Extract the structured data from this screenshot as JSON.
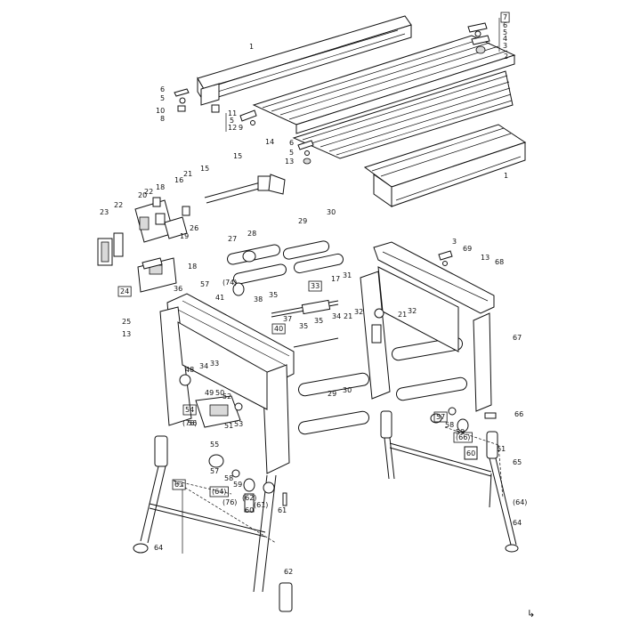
{
  "corner_mark": "↳",
  "callouts": [
    {
      "text": "1"
    },
    {
      "text": "7"
    },
    {
      "text": "6"
    },
    {
      "text": "5"
    },
    {
      "text": "4"
    },
    {
      "text": "3"
    },
    {
      "text": "2"
    },
    {
      "text": "6"
    },
    {
      "text": "5"
    },
    {
      "text": "10"
    },
    {
      "text": "8"
    },
    {
      "text": "11"
    },
    {
      "text": "5"
    },
    {
      "text": "12"
    },
    {
      "text": "9"
    },
    {
      "text": "14"
    },
    {
      "text": "6"
    },
    {
      "text": "5"
    },
    {
      "text": "13"
    },
    {
      "text": "1"
    },
    {
      "text": "15"
    },
    {
      "text": "16"
    },
    {
      "text": "15"
    },
    {
      "text": "21"
    },
    {
      "text": "20"
    },
    {
      "text": "22"
    },
    {
      "text": "18"
    },
    {
      "text": "23"
    },
    {
      "text": "22"
    },
    {
      "text": "26"
    },
    {
      "text": "19"
    },
    {
      "text": "18"
    },
    {
      "text": "24"
    },
    {
      "text": "29"
    },
    {
      "text": "30"
    },
    {
      "text": "27"
    },
    {
      "text": "28"
    },
    {
      "text": "36"
    },
    {
      "text": "57"
    },
    {
      "text": "(74)"
    },
    {
      "text": "41"
    },
    {
      "text": "38"
    },
    {
      "text": "35"
    },
    {
      "text": "33"
    },
    {
      "text": "17"
    },
    {
      "text": "31"
    },
    {
      "text": "32"
    },
    {
      "text": "34"
    },
    {
      "text": "21"
    },
    {
      "text": "40"
    },
    {
      "text": "37"
    },
    {
      "text": "35"
    },
    {
      "text": "35"
    },
    {
      "text": "25"
    },
    {
      "text": "13"
    },
    {
      "text": "48"
    },
    {
      "text": "34"
    },
    {
      "text": "33"
    },
    {
      "text": "49"
    },
    {
      "text": "50"
    },
    {
      "text": "52"
    },
    {
      "text": "54"
    },
    {
      "text": "51"
    },
    {
      "text": "53"
    },
    {
      "text": "(76)"
    },
    {
      "text": "56"
    },
    {
      "text": "55"
    },
    {
      "text": "57"
    },
    {
      "text": "58"
    },
    {
      "text": "59"
    },
    {
      "text": "60"
    },
    {
      "text": "63"
    },
    {
      "text": "(64)"
    },
    {
      "text": "(76)"
    },
    {
      "text": "(62)"
    },
    {
      "text": "(61)"
    },
    {
      "text": "61"
    },
    {
      "text": "64"
    },
    {
      "text": "62"
    },
    {
      "text": "29"
    },
    {
      "text": "30"
    },
    {
      "text": "3"
    },
    {
      "text": "69"
    },
    {
      "text": "13"
    },
    {
      "text": "68"
    },
    {
      "text": "21"
    },
    {
      "text": "32"
    },
    {
      "text": "67"
    },
    {
      "text": "66"
    },
    {
      "text": "57"
    },
    {
      "text": "58"
    },
    {
      "text": "59"
    },
    {
      "text": "60"
    },
    {
      "text": "(66)"
    },
    {
      "text": "61"
    },
    {
      "text": "65"
    },
    {
      "text": "(64)"
    },
    {
      "text": "64"
    }
  ]
}
